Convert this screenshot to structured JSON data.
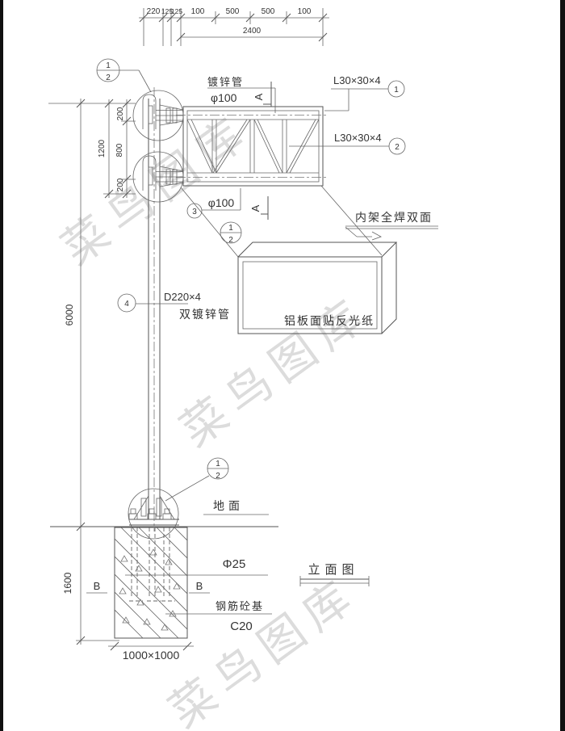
{
  "watermark": {
    "text": "菜鸟图库"
  },
  "dims": {
    "top": {
      "segments": [
        "220",
        "125",
        "125",
        "100",
        "500",
        "500",
        "100"
      ],
      "total": "2400"
    },
    "left": {
      "s200_top": "200",
      "s1200": "1200",
      "s800": "800",
      "s200_bottom": "200",
      "pole_height": "6000",
      "footing_depth": "1600"
    },
    "footing_plan": "1000×1000"
  },
  "callouts": {
    "galvanized_pipe_label": "镀锌管",
    "pipe_dia_top": "φ100",
    "pipe_dia_bottom": "φ100",
    "angle_steel_1": "L30×30×4",
    "angle_steel_2": "L30×30×4",
    "inner_frame_weld": "内架全焊双面",
    "panel_surface": "铝板面贴反光纸",
    "pole_spec_dia": "D220×4",
    "pole_spec_type": "双镀锌管",
    "ground": "地面",
    "anchor_bar_dia": "Φ25",
    "foundation_material": "钢筋砼基",
    "concrete_grade": "C20"
  },
  "title": {
    "text": "立面图"
  },
  "sections": {
    "a": "A",
    "b": "B"
  },
  "balloons": {
    "n1": "1",
    "n2": "2",
    "n3": "3",
    "n4": "4"
  }
}
